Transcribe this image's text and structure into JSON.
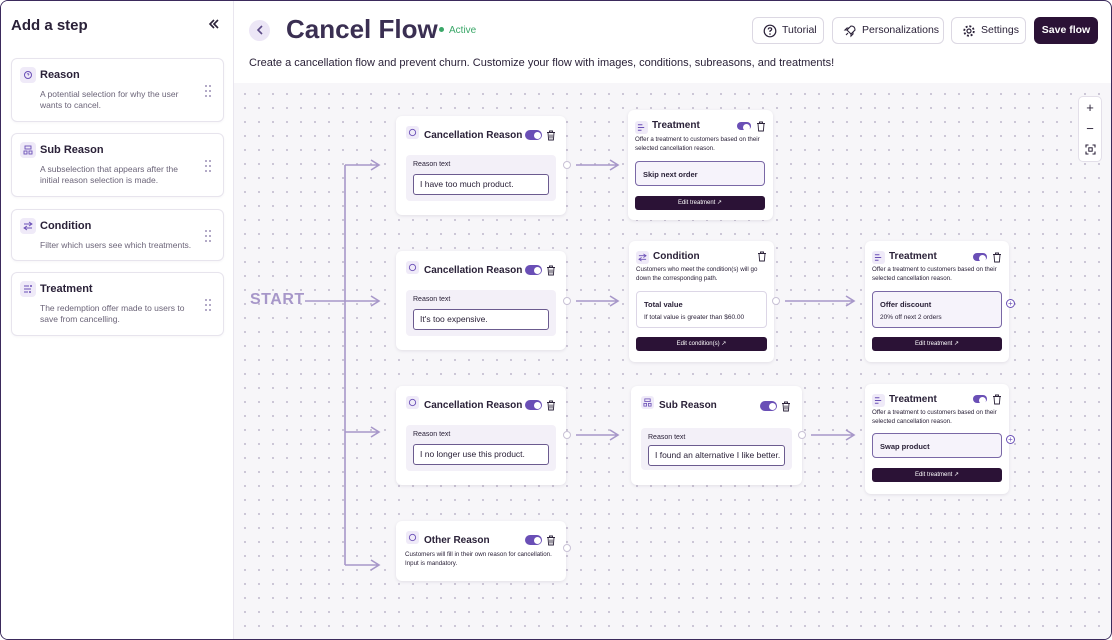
{
  "sidebar": {
    "title": "Add a step",
    "steps": [
      {
        "name": "Reason",
        "description": "A potential selection for why the user wants to cancel."
      },
      {
        "name": "Sub Reason",
        "description": "A subselection that appears after the initial reason selection is made."
      },
      {
        "name": "Condition",
        "description": "Filter which users see which treatments."
      },
      {
        "name": "Treatment",
        "description": "The redemption offer made to users to save from cancelling."
      }
    ]
  },
  "header": {
    "title": "Cancel Flow",
    "status": "Active",
    "subtitle": "Create a cancellation flow and prevent churn. Customize your flow with images, conditions, subreasons, and treatments!",
    "buttons": {
      "tutorial": "Tutorial",
      "personalizations": "Personalizations",
      "settings": "Settings",
      "save": "Save flow"
    }
  },
  "canvas": {
    "start_label": "START",
    "zoom": {
      "in": "+",
      "out": "−"
    },
    "reasons": [
      {
        "title": "Cancellation Reason",
        "field_label": "Reason text",
        "value": "I have too much product."
      },
      {
        "title": "Cancellation Reason",
        "field_label": "Reason text",
        "value": "It's too expensive."
      },
      {
        "title": "Cancellation Reason",
        "field_label": "Reason text",
        "value": "I no longer use this product."
      },
      {
        "title": "Other Reason",
        "description": "Customers will fill in their own reason for cancellation. Input is mandatory."
      }
    ],
    "treatment1": {
      "title": "Treatment",
      "description": "Offer a treatment to customers based on their selected cancellation reason.",
      "option": "Skip next order",
      "button": "Edit treatment"
    },
    "condition": {
      "title": "Condition",
      "description": "Customers who meet the condition(s) will go down the corresponding path.",
      "option_title": "Total value",
      "option_sub": "If total value is greater than $60.00",
      "button": "Edit condition(s)"
    },
    "treatment2": {
      "title": "Treatment",
      "description": "Offer a treatment to customers based on their selected cancellation reason.",
      "option_title": "Offer discount",
      "option_sub": "20% off next 2 orders",
      "button": "Edit treatment"
    },
    "subreason": {
      "title": "Sub Reason",
      "field_label": "Reason text",
      "value": "I found an alternative I like better."
    },
    "treatment3": {
      "title": "Treatment",
      "description": "Offer a treatment to customers based on their selected cancellation reason.",
      "option": "Swap product",
      "button": "Edit treatment"
    }
  },
  "colors": {
    "accent": "#6a4fb6",
    "dark": "#2b1236",
    "active": "#3aa768",
    "wire": "#a797c9"
  }
}
